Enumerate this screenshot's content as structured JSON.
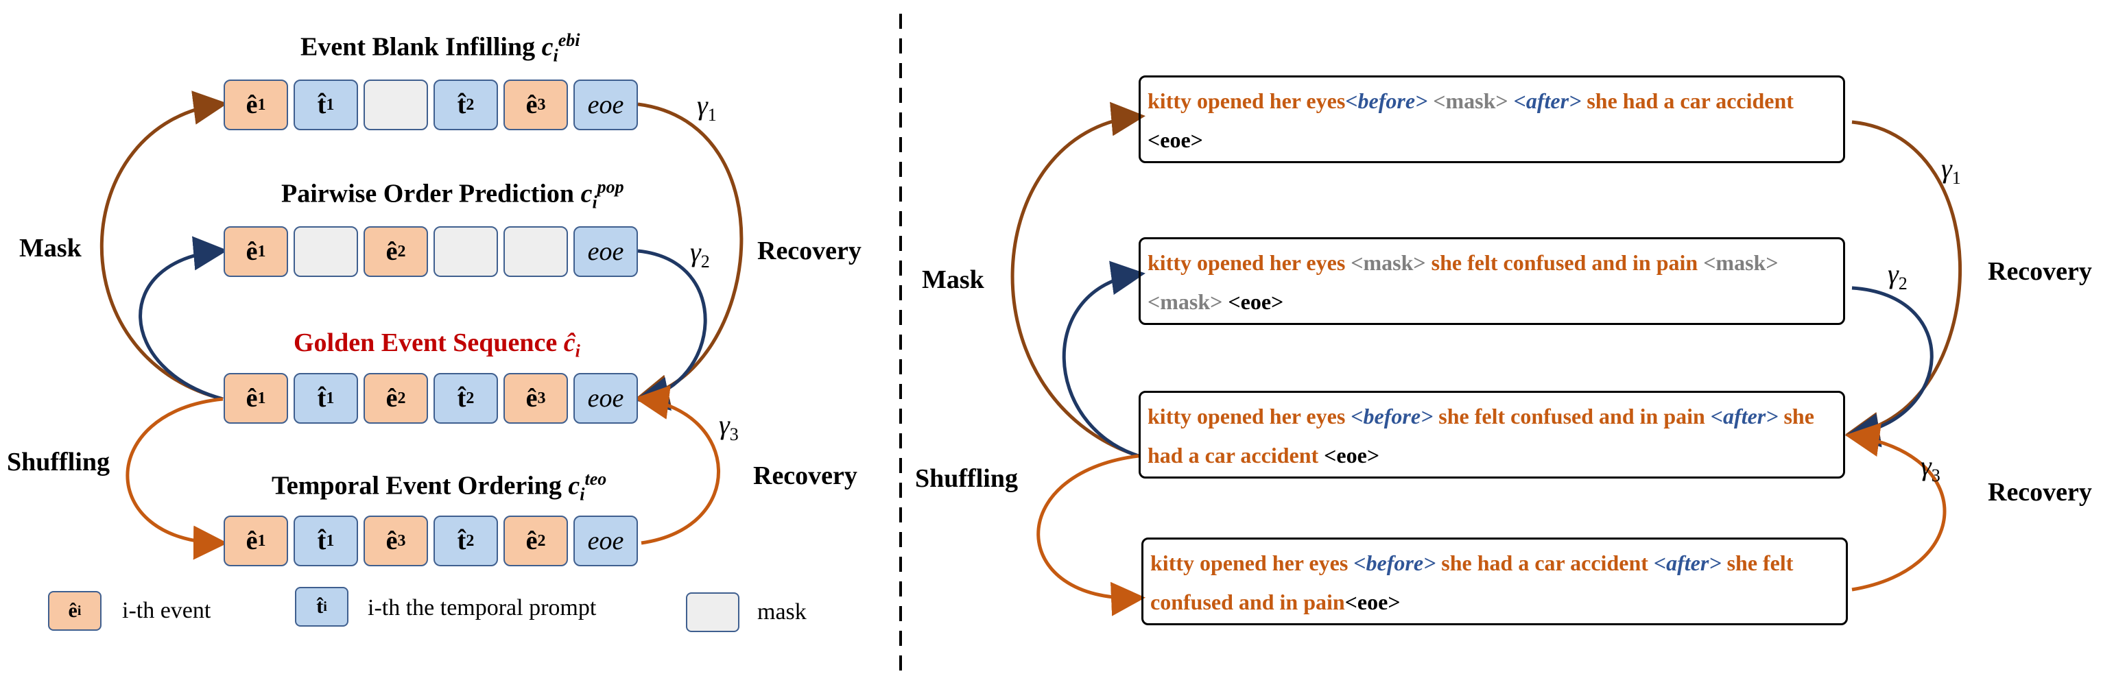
{
  "colors": {
    "event_fill": "#f8c8a4",
    "prompt_fill": "#bcd4ee",
    "mask_fill": "#eeeeee",
    "orange_arrow": "#c55a11",
    "brown_arrow": "#8b4513",
    "navy_arrow": "#1f3864",
    "golden_title": "#c00000",
    "before_after": "#2f5597",
    "mask_text": "#808080"
  },
  "left": {
    "ebi_title": "Event Blank Infilling",
    "ebi_sym": "c",
    "ebi_sub": "i",
    "ebi_sup": "ebi",
    "pop_title": "Pairwise Order Prediction",
    "pop_sym": "c",
    "pop_sub": "i",
    "pop_sup": "pop",
    "golden_title": "Golden Event Sequence",
    "golden_sym": "ĉ",
    "golden_sub": "i",
    "teo_title": "Temporal Event Ordering",
    "teo_sym": "c",
    "teo_sub": "i",
    "teo_sup": "teo",
    "mask_label": "Mask",
    "shuffling_label": "Shuffling",
    "recovery_label_1": "Recovery",
    "recovery_label_2": "Recovery",
    "gamma1": "γ",
    "gamma1_sub": "1",
    "gamma2": "γ",
    "gamma2_sub": "2",
    "gamma3": "γ",
    "gamma3_sub": "3",
    "rows": {
      "ebi": [
        {
          "kind": "e",
          "sym": "ê",
          "sub": "1"
        },
        {
          "kind": "t",
          "sym": "t̂",
          "sub": "1"
        },
        {
          "kind": "m",
          "sym": "",
          "sub": ""
        },
        {
          "kind": "t",
          "sym": "t̂",
          "sub": "2"
        },
        {
          "kind": "e",
          "sym": "ê",
          "sub": "3"
        },
        {
          "kind": "x",
          "sym": "eoe",
          "sub": ""
        }
      ],
      "pop": [
        {
          "kind": "e",
          "sym": "ê",
          "sub": "1"
        },
        {
          "kind": "m",
          "sym": "",
          "sub": ""
        },
        {
          "kind": "e",
          "sym": "ê",
          "sub": "2"
        },
        {
          "kind": "m",
          "sym": "",
          "sub": ""
        },
        {
          "kind": "m",
          "sym": "",
          "sub": ""
        },
        {
          "kind": "x",
          "sym": "eoe",
          "sub": ""
        }
      ],
      "golden": [
        {
          "kind": "e",
          "sym": "ê",
          "sub": "1"
        },
        {
          "kind": "t",
          "sym": "t̂",
          "sub": "1"
        },
        {
          "kind": "e",
          "sym": "ê",
          "sub": "2"
        },
        {
          "kind": "t",
          "sym": "t̂",
          "sub": "2"
        },
        {
          "kind": "e",
          "sym": "ê",
          "sub": "3"
        },
        {
          "kind": "x",
          "sym": "eoe",
          "sub": ""
        }
      ],
      "teo": [
        {
          "kind": "e",
          "sym": "ê",
          "sub": "1"
        },
        {
          "kind": "t",
          "sym": "t̂",
          "sub": "1"
        },
        {
          "kind": "e",
          "sym": "ê",
          "sub": "3"
        },
        {
          "kind": "t",
          "sym": "t̂",
          "sub": "2"
        },
        {
          "kind": "e",
          "sym": "ê",
          "sub": "2"
        },
        {
          "kind": "x",
          "sym": "eoe",
          "sub": ""
        }
      ]
    },
    "legend": {
      "event_sym": "ê",
      "event_sub": "i",
      "event_text": "i-th event",
      "prompt_sym": "t̂",
      "prompt_sub": "i",
      "prompt_text": "i-th the temporal prompt",
      "mask_text": "mask"
    }
  },
  "right": {
    "mask_label": "Mask",
    "shuffling_label": "Shuffling",
    "recovery_label_1": "Recovery",
    "recovery_label_2": "Recovery",
    "gamma1": "γ",
    "gamma1_sub": "1",
    "gamma2": "γ",
    "gamma2_sub": "2",
    "gamma3": "γ",
    "gamma3_sub": "3",
    "box1": {
      "s1": "kitty opened her eyes",
      "s2": "<before>",
      "s3": " <mask> ",
      "s4": "<after>",
      "s5": " she had a car accident ",
      "s6": "<eoe>"
    },
    "box2": {
      "s1": "kitty opened her eyes ",
      "s2": "<mask>",
      "s3": " she felt confused and in pain ",
      "s4": "<mask> <mask>",
      "s5": " <eoe>"
    },
    "box3": {
      "s1": "kitty opened her eyes ",
      "s2": "<before>",
      "s3": " she felt confused and in pain ",
      "s4": "<after>",
      "s5": " she had a car accident ",
      "s6": "<eoe>"
    },
    "box4": {
      "s1": "kitty opened her eyes ",
      "s2": "<before>",
      "s3": " she had a car accident ",
      "s4": "<after>",
      "s5": " she felt confused and in pain",
      "s6": "<eoe>"
    }
  }
}
